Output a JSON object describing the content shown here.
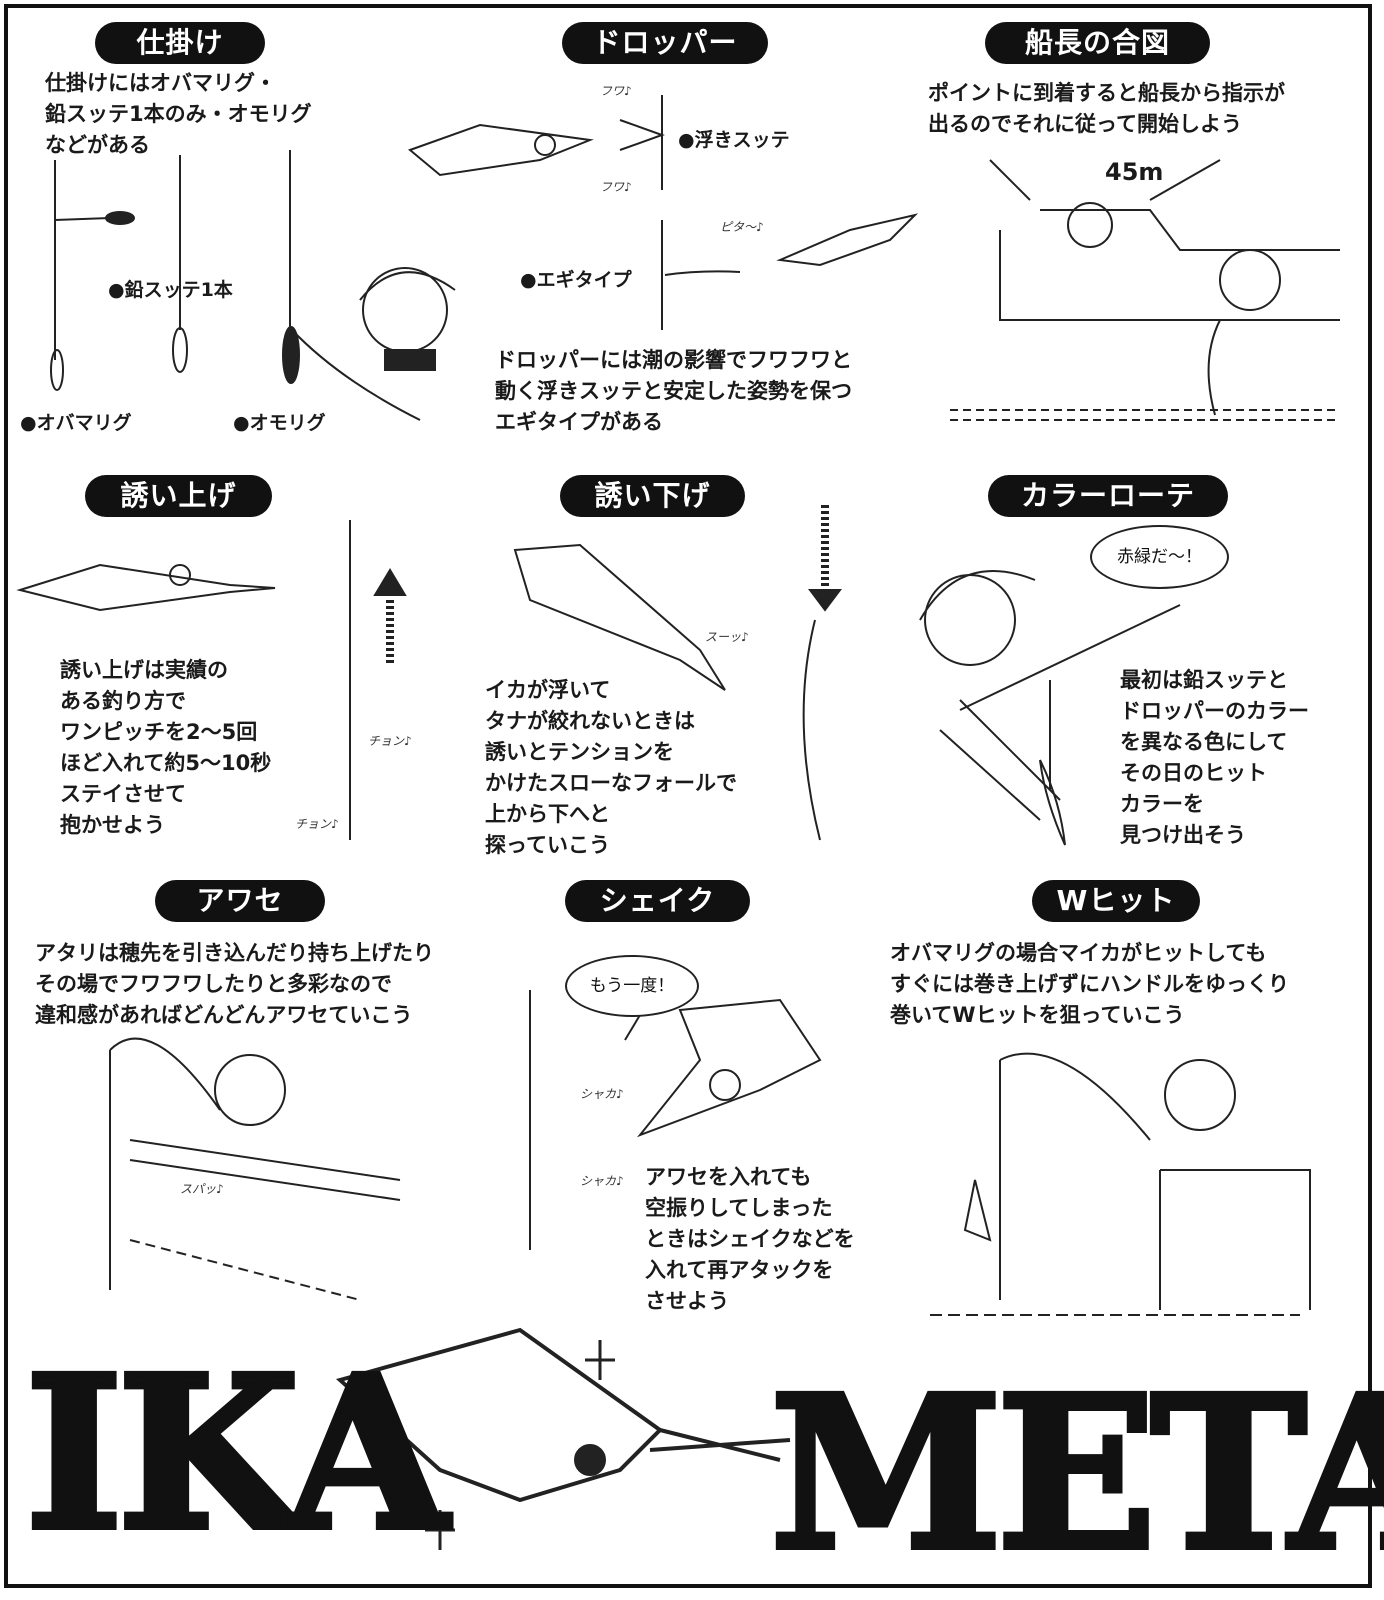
{
  "panels": [
    {
      "title": "仕掛け",
      "body": "仕掛けにはオバマリグ・\n鉛スッテ1本のみ・オモリグ\nなどがある",
      "labels": [
        "●鉛スッテ1本",
        "●オバマリグ",
        "●オモリグ"
      ]
    },
    {
      "title": "ドロッパー",
      "body": "ドロッパーには潮の影響でフワフワと\n動く浮きスッテと安定した姿勢を保つ\nエギタイプがある",
      "labels": [
        "●浮きスッテ",
        "●エギタイプ"
      ],
      "sfx": [
        "フワ♪",
        "フワ♪",
        "ピタ〜♪"
      ]
    },
    {
      "title": "船長の合図",
      "body": "ポイントに到着すると船長から指示が\n出るのでそれに従って開始しよう",
      "depth": "45m"
    },
    {
      "title": "誘い上げ",
      "body": "誘い上げは実績の\nある釣り方で\nワンピッチを2〜5回\nほど入れて約5〜10秒\nステイさせて\n抱かせよう",
      "sfx": [
        "チョン♪",
        "チョン♪"
      ]
    },
    {
      "title": "誘い下げ",
      "body": "イカが浮いて\nタナが絞れないときは\n誘いとテンションを\nかけたスローなフォールで\n上から下へと\n探っていこう",
      "sfx": [
        "スーッ♪"
      ]
    },
    {
      "title": "カラーローテ",
      "body": "最初は鉛スッテと\nドロッパーのカラー\nを異なる色にして\nその日のヒット\nカラーを\n見つけ出そう",
      "speech": "赤緑だ〜！"
    },
    {
      "title": "アワセ",
      "body": "アタリは穂先を引き込んだり持ち上げたり\nその場でフワフワしたりと多彩なので\n違和感があればどんどんアワセていこう",
      "sfx": [
        "スパッ♪"
      ]
    },
    {
      "title": "シェイク",
      "body": "アワセを入れても\n空振りしてしまった\nときはシェイクなどを\n入れて再アタックを\nさせよう",
      "speech": "もう一度！",
      "sfx": [
        "シャカ♪",
        "シャカ♪"
      ]
    },
    {
      "title": "Wヒット",
      "body": "オバマリグの場合マイカがヒットしても\nすぐには巻き上げずにハンドルをゆっくり\n巻いてWヒットを狙っていこう"
    }
  ],
  "logo": {
    "left": "IKA",
    "right": "METAL"
  },
  "colors": {
    "ink": "#111111",
    "paper": "#ffffff"
  }
}
